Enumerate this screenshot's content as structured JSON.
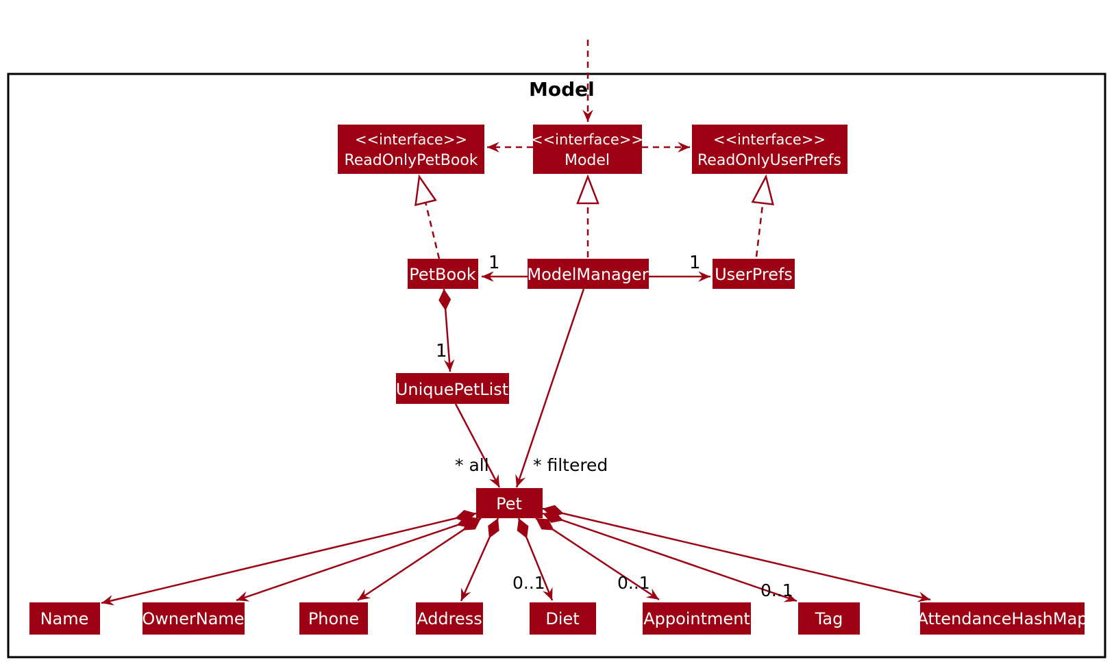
{
  "diagram": {
    "title": "Model",
    "colors": {
      "accent": "#9D0012",
      "frame": "#000000",
      "label": "#000000",
      "box_text": "#FFFFFF",
      "background": "#FFFFFF"
    },
    "nodes": {
      "read_only_pet_book": {
        "stereotype": "<<interface>>",
        "name": "ReadOnlyPetBook"
      },
      "model_interface": {
        "stereotype": "<<interface>>",
        "name": "Model"
      },
      "read_only_user_prefs": {
        "stereotype": "<<interface>>",
        "name": "ReadOnlyUserPrefs"
      },
      "pet_book": {
        "name": "PetBook"
      },
      "model_manager": {
        "name": "ModelManager"
      },
      "user_prefs": {
        "name": "UserPrefs"
      },
      "unique_pet_list": {
        "name": "UniquePetList"
      },
      "pet": {
        "name": "Pet"
      },
      "attr_name": {
        "name": "Name"
      },
      "attr_owner_name": {
        "name": "OwnerName"
      },
      "attr_phone": {
        "name": "Phone"
      },
      "attr_address": {
        "name": "Address"
      },
      "attr_diet": {
        "name": "Diet"
      },
      "attr_appointment": {
        "name": "Appointment"
      },
      "attr_tag": {
        "name": "Tag"
      },
      "attr_attendance_hash_map": {
        "name": "AttendanceHashMap"
      }
    },
    "multiplicities": {
      "mm_petbook": "1",
      "mm_userprefs": "1",
      "petbook_uniquepetlist": "1",
      "uniquepetlist_pet": "* all",
      "mm_pet": "* filtered",
      "pet_diet": "0..1",
      "pet_appointment": "0..1",
      "pet_tag": "0..1"
    }
  }
}
